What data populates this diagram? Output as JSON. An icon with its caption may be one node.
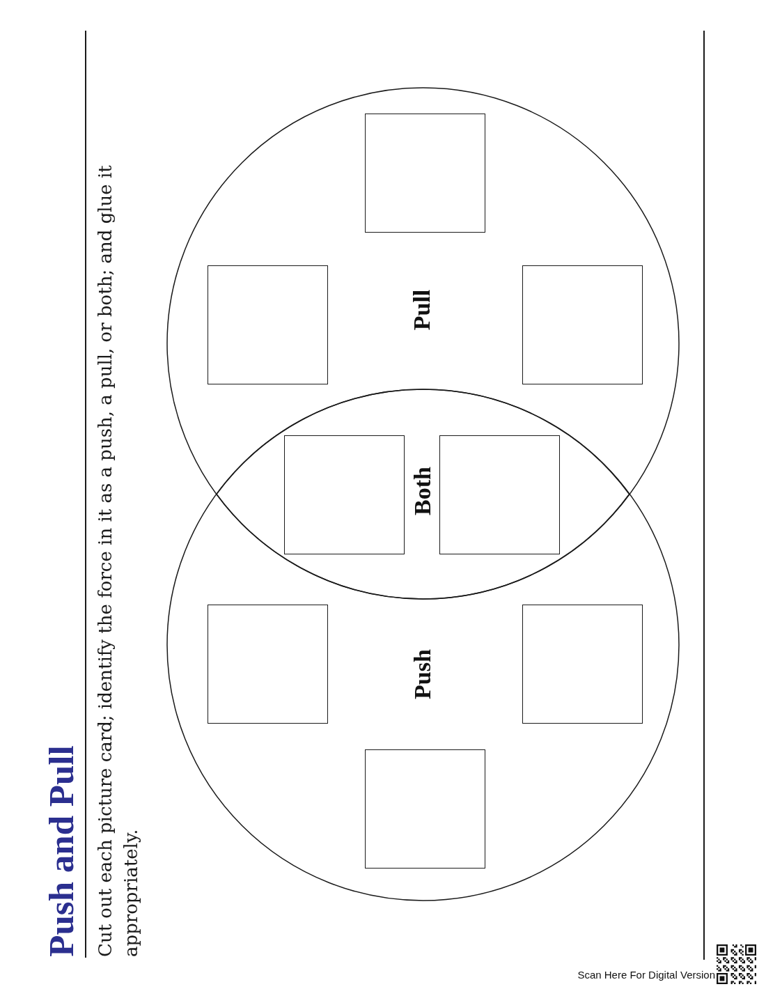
{
  "diagram": {
    "title": "Push and Pull",
    "nodes": [
      {
        "text": [
          "Pull"
        ]
      },
      {
        "text": [],
        "shape": "box",
        "in": 0
      },
      {
        "text": [],
        "shape": "box",
        "in": 0
      },
      {
        "text": [],
        "shape": "box",
        "in": 0
      },
      {
        "text": [
          "Both"
        ]
      },
      {
        "text": [],
        "shape": "box",
        "in": 4
      },
      {
        "text": [],
        "shape": "box",
        "in": 4
      },
      {
        "text": [
          "Push"
        ]
      },
      {
        "text": [],
        "shape": "box",
        "in": 7
      },
      {
        "text": [],
        "shape": "box",
        "in": 7
      },
      {
        "text": [],
        "shape": "box",
        "in": 7
      }
    ],
    "labels": [
      "Cut out each picture card; identify the force in it as a push, a pull, or both; and glue it appropriately.",
      "Scan Here For Digital Version"
    ]
  }
}
